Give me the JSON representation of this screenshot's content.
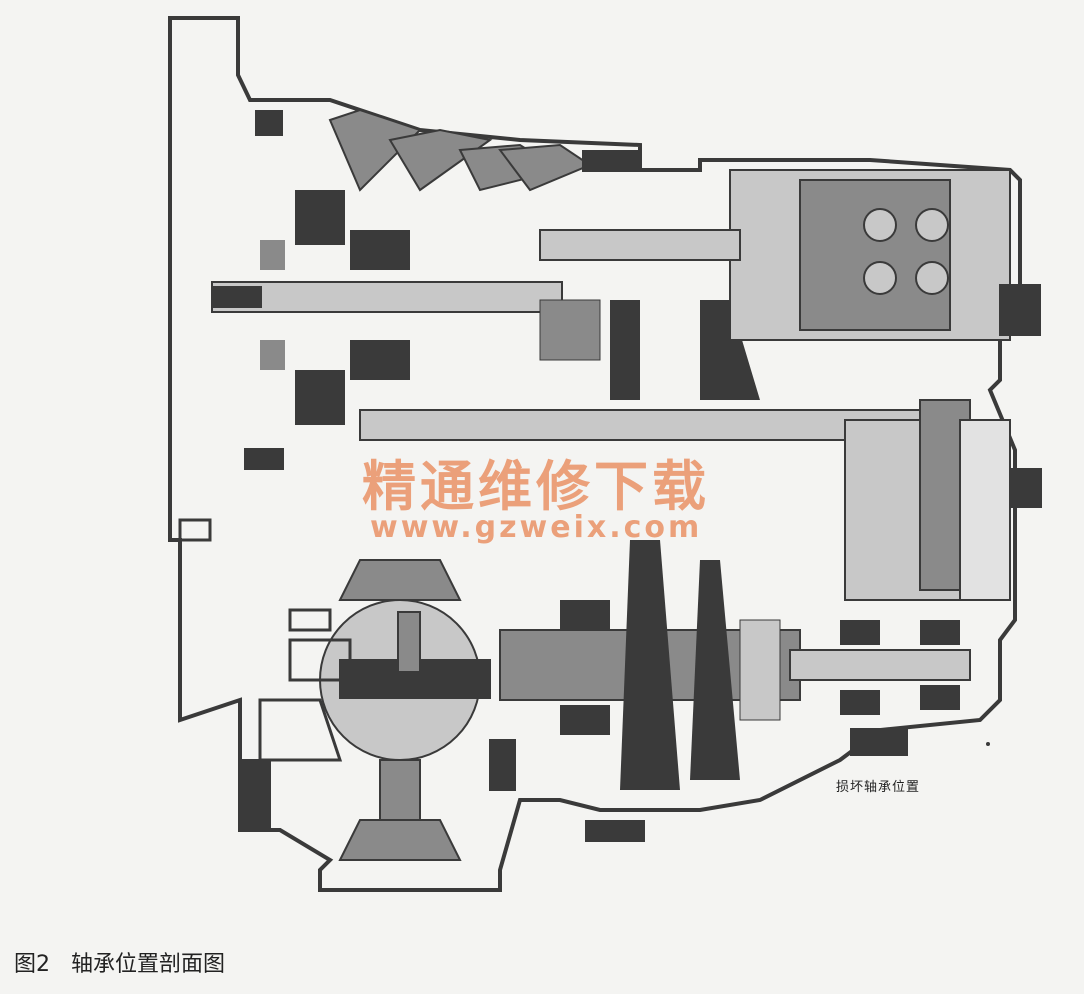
{
  "figure": {
    "number": "图2",
    "caption": "轴承位置剖面图"
  },
  "callout": {
    "label": "损坏轴承位置"
  },
  "watermark": {
    "chinese": "精通维修下载",
    "url": "www.gzweix.com"
  },
  "colors": {
    "background": "#f4f4f2",
    "dark": "#3a3a3a",
    "mid": "#8a8a8a",
    "light": "#c8c8c8",
    "watermark": "#e88858"
  }
}
